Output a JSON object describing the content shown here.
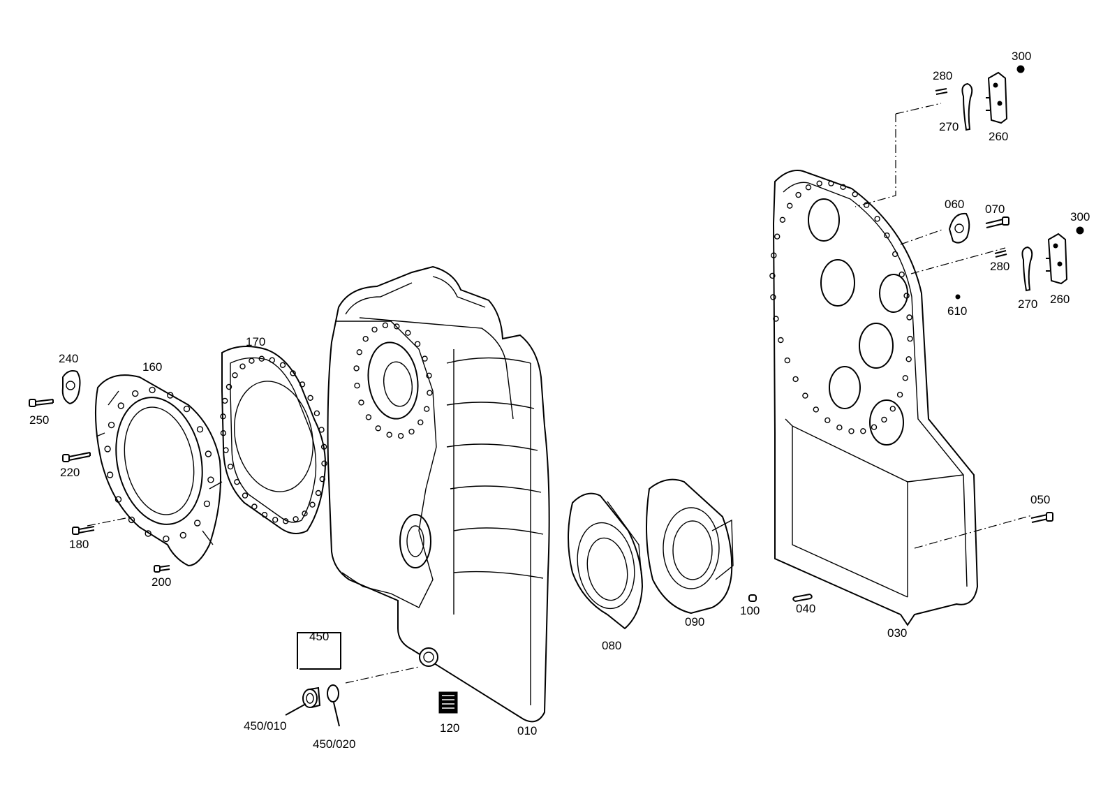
{
  "labels": {
    "p010": "010",
    "p030": "030",
    "p040": "040",
    "p050": "050",
    "p060": "060",
    "p070": "070",
    "p080": "080",
    "p090": "090",
    "p100": "100",
    "p120": "120",
    "p160": "160",
    "p170": "170",
    "p180": "180",
    "p200": "200",
    "p220": "220",
    "p240": "240",
    "p250": "250",
    "p260a": "260",
    "p260b": "260",
    "p270a": "270",
    "p270b": "270",
    "p280a": "280",
    "p280b": "280",
    "p300a": "300",
    "p300b": "300",
    "p450": "450",
    "p450_010": "450/010",
    "p450_020": "450/020",
    "p610": "610"
  },
  "colors": {
    "line": "#000000",
    "background": "#ffffff"
  }
}
